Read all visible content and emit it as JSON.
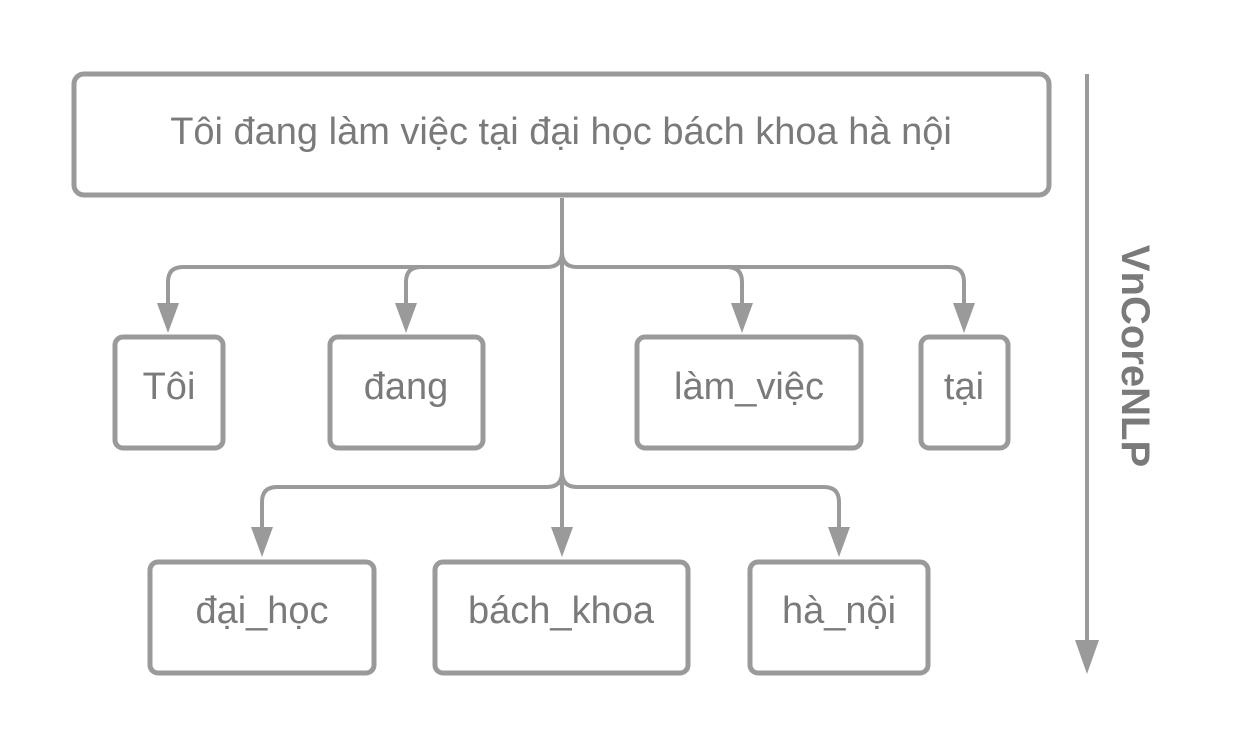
{
  "sentence": "Tôi đang làm việc tại đại học bách khoa hà nội",
  "tokens_row1": [
    "Tôi",
    "đang",
    "làm_việc",
    "tại"
  ],
  "tokens_row2": [
    "đại_học",
    "bách_khoa",
    "hà_nội"
  ],
  "tool_label": "VnCoreNLP",
  "colors": {
    "stroke": "#9a9a9a",
    "text": "#7a7a7a",
    "background": "#ffffff"
  }
}
